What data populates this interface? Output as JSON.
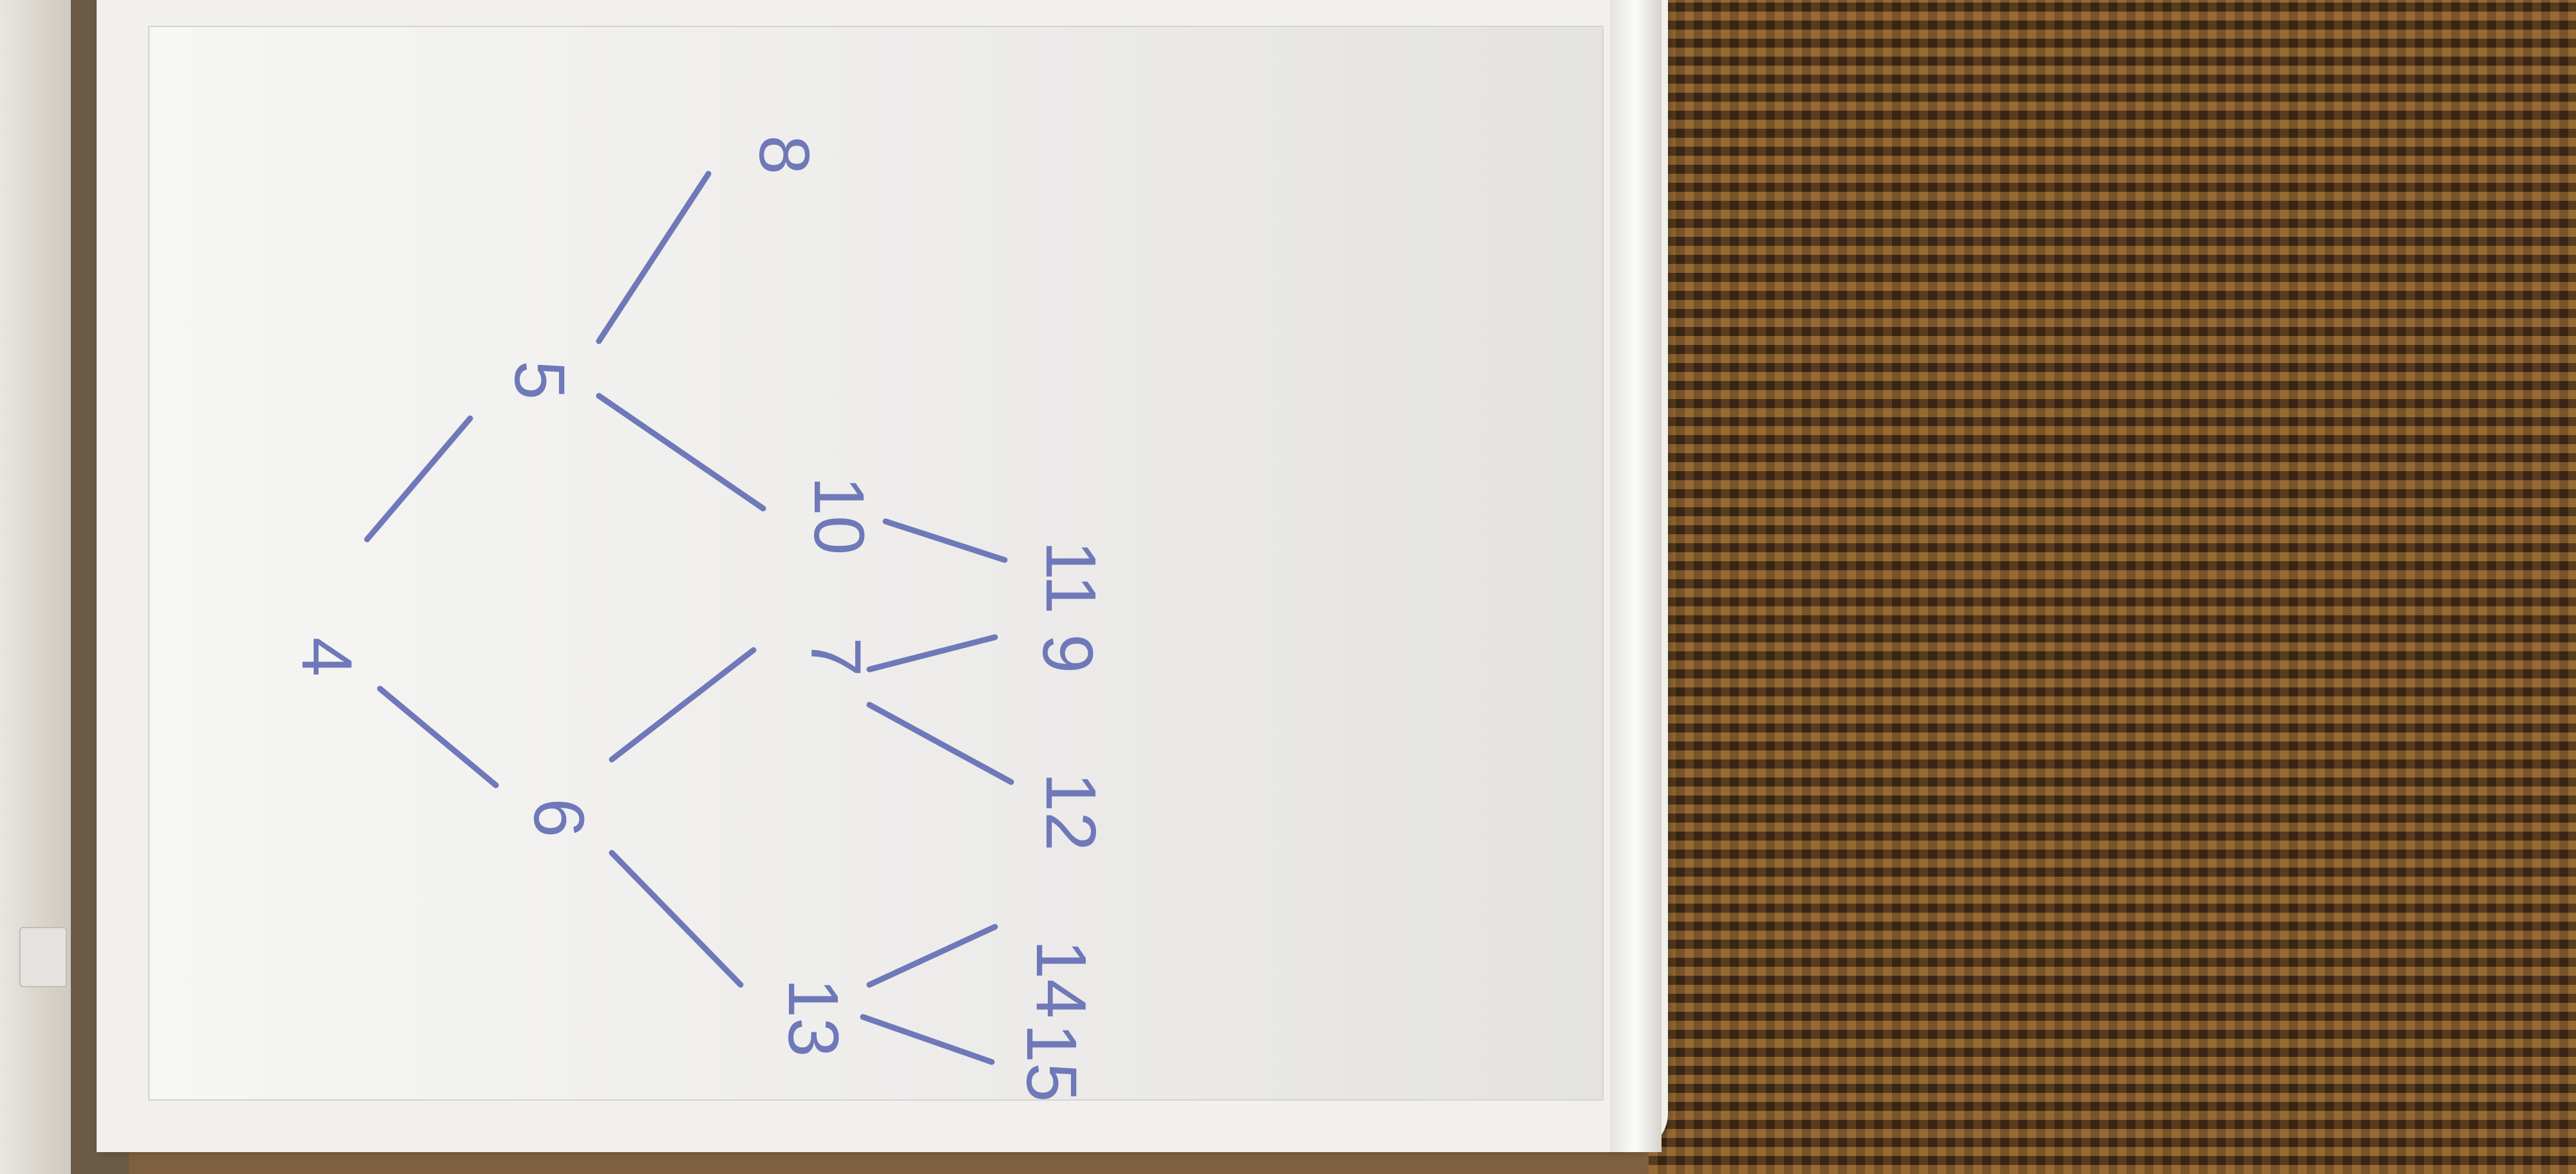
{
  "tree": {
    "nodes": [
      {
        "id": "n4",
        "label": "4"
      },
      {
        "id": "n5",
        "label": "5"
      },
      {
        "id": "n6",
        "label": "6"
      },
      {
        "id": "n8",
        "label": "8"
      },
      {
        "id": "n10",
        "label": "10"
      },
      {
        "id": "n7",
        "label": "7"
      },
      {
        "id": "n13",
        "label": "13"
      },
      {
        "id": "n11",
        "label": "11"
      },
      {
        "id": "n9",
        "label": "9"
      },
      {
        "id": "n12",
        "label": "12"
      },
      {
        "id": "n14",
        "label": "14"
      },
      {
        "id": "n15",
        "label": "15"
      }
    ],
    "edges": [
      {
        "from": "4",
        "to": "5"
      },
      {
        "from": "4",
        "to": "6"
      },
      {
        "from": "5",
        "to": "8"
      },
      {
        "from": "5",
        "to": "10"
      },
      {
        "from": "6",
        "to": "7"
      },
      {
        "from": "6",
        "to": "13"
      },
      {
        "from": "10",
        "to": "11"
      },
      {
        "from": "7",
        "to": "9"
      },
      {
        "from": "7",
        "to": "12"
      },
      {
        "from": "13",
        "to": "14"
      },
      {
        "from": "13",
        "to": "15"
      }
    ]
  },
  "colors": {
    "marker_ink": "#6f78b8",
    "whiteboard": "#f3f3f1",
    "carpet": "#4a3420"
  }
}
